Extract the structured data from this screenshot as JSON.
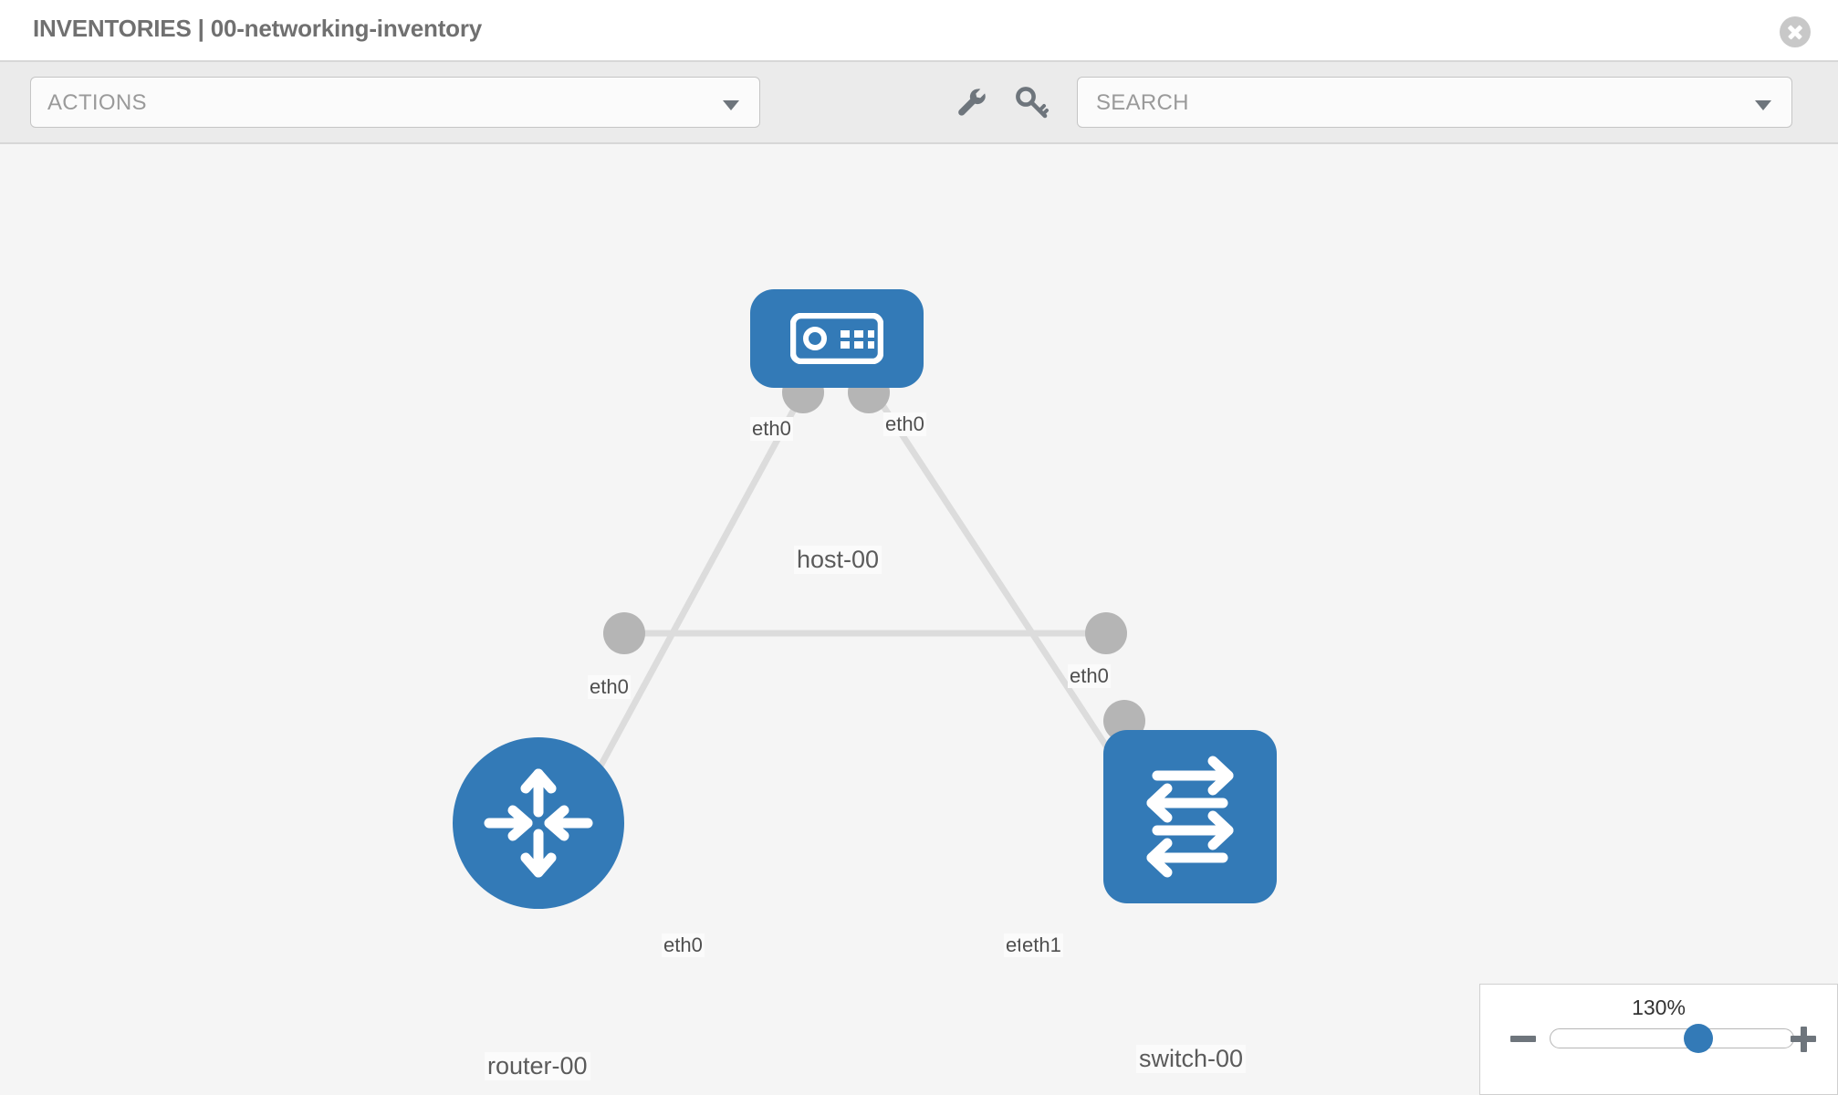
{
  "header": {
    "title": "INVENTORIES | 00-networking-inventory",
    "close_icon": "close-icon"
  },
  "toolbar": {
    "actions_label": "ACTIONS",
    "actions_caret_icon": "chevron-down-icon",
    "wrench_icon": "wrench-icon",
    "key_icon": "key-icon",
    "search_value": "",
    "search_placeholder": "SEARCH",
    "search_caret_icon": "chevron-down-icon"
  },
  "topology": {
    "accent_color": "#337ab7",
    "port_color": "#b5b5b5",
    "link_color": "#dcdcdc",
    "canvas_color": "#f5f5f5",
    "nodes": [
      {
        "id": "host-00",
        "label": "host-00",
        "type": "host",
        "icon": "server-icon"
      },
      {
        "id": "router-00",
        "label": "router-00",
        "type": "router",
        "icon": "router-arrows-icon"
      },
      {
        "id": "switch-00",
        "label": "switch-00",
        "type": "switch",
        "icon": "switch-arrows-icon"
      }
    ],
    "links": [
      {
        "from": "host-00",
        "to": "router-00",
        "from_port": "eth0",
        "to_port": "eth0"
      },
      {
        "from": "host-00",
        "to": "switch-00",
        "from_port": "eth0",
        "to_port": "eth0"
      },
      {
        "from": "router-00",
        "to": "switch-00",
        "from_port": "eth0",
        "to_port": "eth1"
      }
    ],
    "edge_labels": {
      "host_left": "eth0",
      "host_right": "eth0",
      "router_upper": "eth0",
      "switch_upper": "eth0",
      "router_right": "eth0",
      "switch_left_partial": "eth",
      "switch_left": "eth1"
    }
  },
  "zoom_control": {
    "level": "130%",
    "minus_icon": "minus-icon",
    "plus_icon": "plus-icon",
    "slider_percent": 61
  }
}
